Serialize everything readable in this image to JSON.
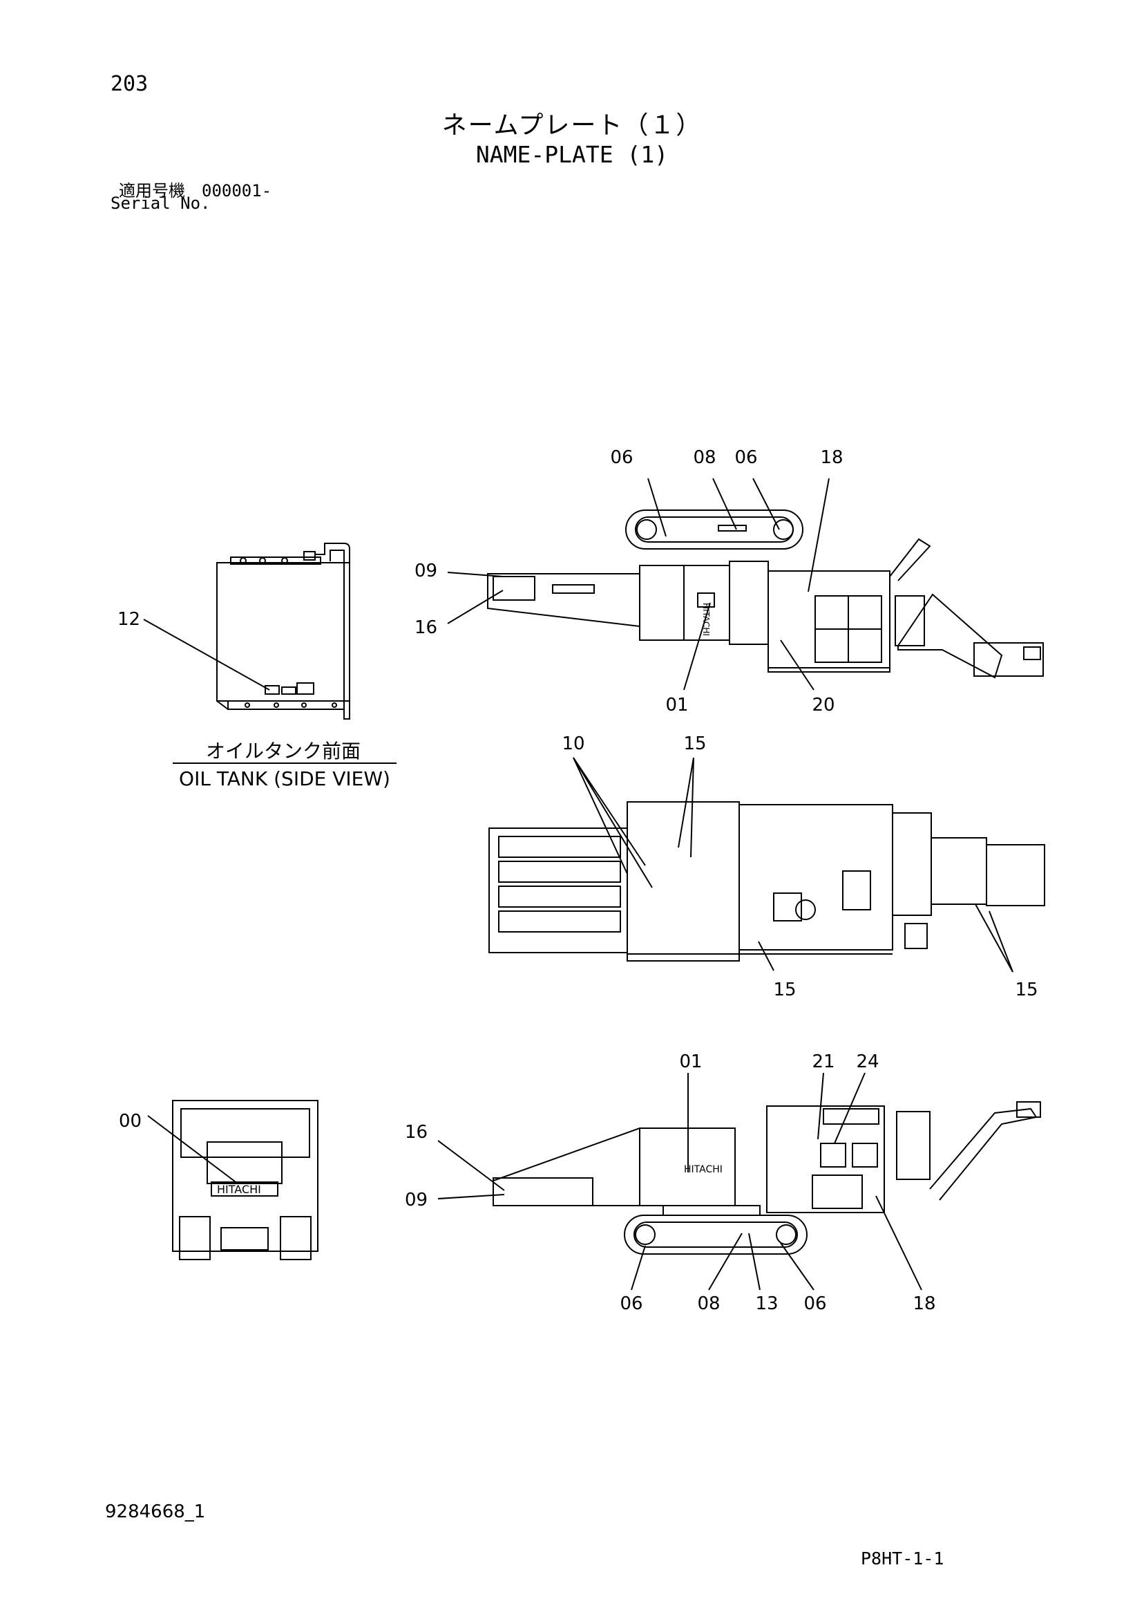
{
  "header": {
    "page_number": "203",
    "title_jp": "ネームプレート（１）",
    "title_en": "NAME-PLATE (1)",
    "serial_label_jp": "適用号機　000001-",
    "serial_label_en": "Serial No."
  },
  "oil_tank": {
    "caption_jp": "オイルタンク前面",
    "caption_en": "OIL TANK (SIDE VIEW)"
  },
  "callouts": {
    "tank_12": "12",
    "front_00": "00",
    "side_top": [
      "06",
      "08",
      "06",
      "18",
      "09",
      "16",
      "01",
      "20"
    ],
    "plan": [
      "10",
      "15",
      "15",
      "15"
    ],
    "side_bottom": [
      "01",
      "21",
      "24",
      "16",
      "09",
      "06",
      "08",
      "13",
      "06",
      "18"
    ]
  },
  "brand_marks": {
    "logo": "HITACHI"
  },
  "footer": {
    "doc_number": "9284668_1",
    "page_code": "P8HT-1-1"
  }
}
